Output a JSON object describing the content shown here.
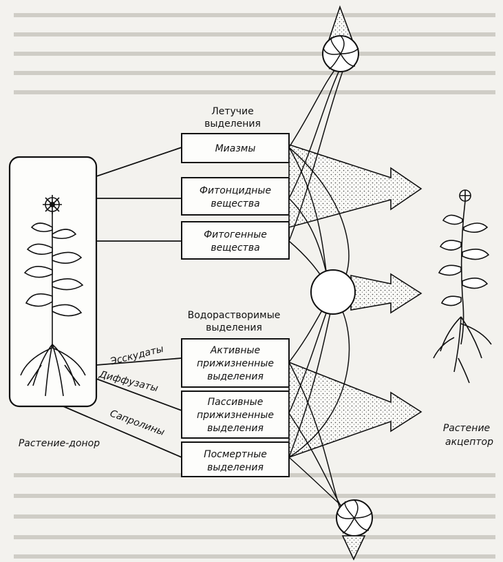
{
  "headers": {
    "volatile": [
      "Летучие",
      "выделения"
    ],
    "water_soluble": [
      "Водорастворимые",
      "выделения"
    ]
  },
  "boxes": {
    "miasma": [
      "Миазмы"
    ],
    "phytoncidal": [
      "Фитонцидные",
      "вещества"
    ],
    "phytogenic": [
      "Фитогенные",
      "вещества"
    ],
    "active": [
      "Активные",
      "прижизненные",
      "выделения"
    ],
    "passive": [
      "Пассивные",
      "прижизненные",
      "выделения"
    ],
    "postmortem": [
      "Посмертные",
      "выделения"
    ]
  },
  "pathways": {
    "exudates": "Эсскудаты",
    "diffusates": "Диффузаты",
    "saprolines": "Сапролины"
  },
  "labels": {
    "donor": "Растение-донор",
    "acceptor": [
      "Растение",
      "акцептор"
    ]
  }
}
